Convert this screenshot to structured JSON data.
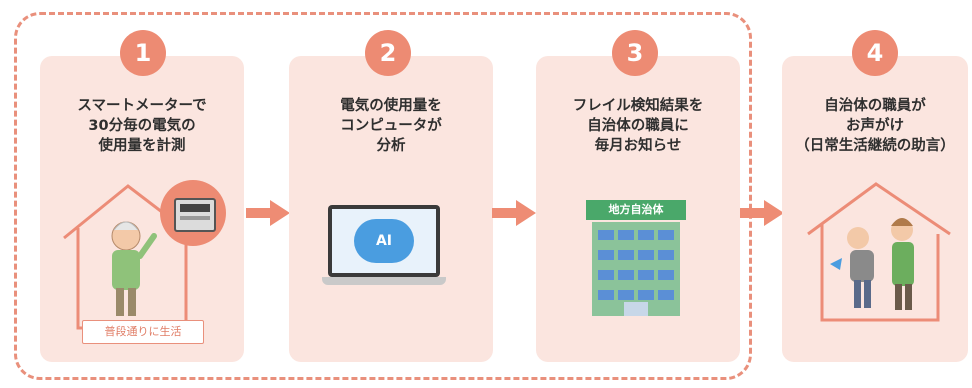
{
  "steps": [
    {
      "num": "1",
      "lines": [
        "スマートメーターで",
        "30分毎の電気の",
        "使用量を計測"
      ],
      "caption": "普段通りに生活"
    },
    {
      "num": "2",
      "lines": [
        "電気の使用量を",
        "コンピュータが",
        "分析"
      ],
      "screen_label": "AI"
    },
    {
      "num": "3",
      "lines": [
        "フレイル検知結果を",
        "自治体の職員に",
        "毎月お知らせ"
      ],
      "building_sign": "地方自治体"
    },
    {
      "num": "4",
      "lines": [
        "自治体の職員が",
        "お声がけ",
        "（日常生活継続の助言）"
      ]
    }
  ],
  "colors": {
    "accent": "#ed8b73",
    "card_bg": "#fbe5df",
    "dash": "#e9907c",
    "arrow": "#ee8c74"
  }
}
